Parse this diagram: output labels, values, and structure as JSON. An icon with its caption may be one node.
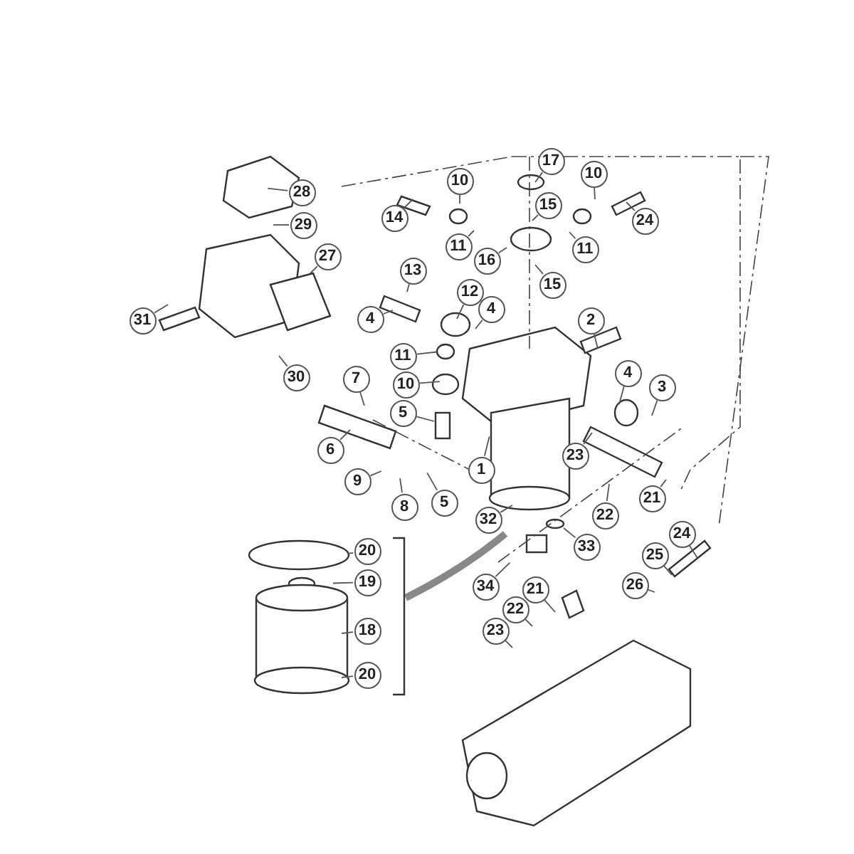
{
  "diagram": {
    "nodes": [
      {
        "text": [
          "28"
        ]
      },
      {
        "text": [
          "29"
        ]
      },
      {
        "text": [
          "27"
        ]
      },
      {
        "text": [
          "31"
        ]
      },
      {
        "text": [
          "30"
        ]
      },
      {
        "text": [
          "10"
        ]
      },
      {
        "text": [
          "14"
        ]
      },
      {
        "text": [
          "11"
        ]
      },
      {
        "text": [
          "17"
        ]
      },
      {
        "text": [
          "15"
        ]
      },
      {
        "text": [
          "16"
        ]
      },
      {
        "text": [
          "15"
        ]
      },
      {
        "text": [
          "10"
        ]
      },
      {
        "text": [
          "11"
        ]
      },
      {
        "text": [
          "24"
        ]
      },
      {
        "text": [
          "13"
        ]
      },
      {
        "text": [
          "12"
        ]
      },
      {
        "text": [
          "4"
        ]
      },
      {
        "text": [
          "4"
        ]
      },
      {
        "text": [
          "2"
        ]
      },
      {
        "text": [
          "11"
        ]
      },
      {
        "text": [
          "10"
        ]
      },
      {
        "text": [
          "7"
        ]
      },
      {
        "text": [
          "5"
        ]
      },
      {
        "text": [
          "1"
        ]
      },
      {
        "text": [
          "4"
        ]
      },
      {
        "text": [
          "3"
        ]
      },
      {
        "text": [
          "6"
        ]
      },
      {
        "text": [
          "9"
        ]
      },
      {
        "text": [
          "8"
        ]
      },
      {
        "text": [
          "5"
        ]
      },
      {
        "text": [
          "23"
        ]
      },
      {
        "text": [
          "22"
        ]
      },
      {
        "text": [
          "21"
        ]
      },
      {
        "text": [
          "32"
        ]
      },
      {
        "text": [
          "33"
        ]
      },
      {
        "text": [
          "20"
        ]
      },
      {
        "text": [
          "19"
        ]
      },
      {
        "text": [
          "18"
        ]
      },
      {
        "text": [
          "20"
        ]
      },
      {
        "text": [
          "34"
        ]
      },
      {
        "text": [
          "21"
        ]
      },
      {
        "text": [
          "22"
        ]
      },
      {
        "text": [
          "23"
        ]
      },
      {
        "text": [
          "24"
        ]
      },
      {
        "text": [
          "25"
        ]
      },
      {
        "text": [
          "26"
        ]
      }
    ],
    "edges": [
      {
        "from": 0,
        "to": null,
        "arrow": "none"
      },
      {
        "from": 1,
        "to": null,
        "arrow": "none"
      },
      {
        "from": 2,
        "to": null,
        "arrow": "none"
      },
      {
        "from": 3,
        "to": null,
        "arrow": "none"
      },
      {
        "from": 4,
        "to": null,
        "arrow": "none"
      },
      {
        "from": 5,
        "to": null,
        "arrow": "none"
      },
      {
        "from": 6,
        "to": null,
        "arrow": "none"
      },
      {
        "from": 7,
        "to": null,
        "arrow": "none"
      },
      {
        "from": 8,
        "to": null,
        "arrow": "none"
      },
      {
        "from": 9,
        "to": null,
        "arrow": "none"
      },
      {
        "from": 10,
        "to": null,
        "arrow": "none"
      },
      {
        "from": 11,
        "to": null,
        "arrow": "none"
      },
      {
        "from": 12,
        "to": null,
        "arrow": "none"
      },
      {
        "from": 13,
        "to": null,
        "arrow": "none"
      },
      {
        "from": 14,
        "to": null,
        "arrow": "none"
      },
      {
        "from": 15,
        "to": null,
        "arrow": "none"
      },
      {
        "from": 16,
        "to": null,
        "arrow": "none"
      },
      {
        "from": 17,
        "to": null,
        "arrow": "none"
      },
      {
        "from": 18,
        "to": null,
        "arrow": "none"
      },
      {
        "from": 19,
        "to": null,
        "arrow": "none"
      },
      {
        "from": 20,
        "to": null,
        "arrow": "none"
      },
      {
        "from": 21,
        "to": null,
        "arrow": "none"
      },
      {
        "from": 22,
        "to": null,
        "arrow": "none"
      },
      {
        "from": 23,
        "to": null,
        "arrow": "none"
      },
      {
        "from": 24,
        "to": null,
        "arrow": "none"
      },
      {
        "from": 25,
        "to": null,
        "arrow": "none"
      },
      {
        "from": 26,
        "to": null,
        "arrow": "none"
      },
      {
        "from": 27,
        "to": null,
        "arrow": "none"
      },
      {
        "from": 28,
        "to": null,
        "arrow": "none"
      },
      {
        "from": 29,
        "to": null,
        "arrow": "none"
      },
      {
        "from": 30,
        "to": null,
        "arrow": "none"
      },
      {
        "from": 31,
        "to": null,
        "arrow": "none"
      },
      {
        "from": 32,
        "to": null,
        "arrow": "none"
      },
      {
        "from": 33,
        "to": null,
        "arrow": "none"
      },
      {
        "from": 34,
        "to": null,
        "arrow": "none"
      },
      {
        "from": 35,
        "to": null,
        "arrow": "none"
      },
      {
        "from": 36,
        "to": null,
        "arrow": "none"
      },
      {
        "from": 37,
        "to": null,
        "arrow": "none"
      },
      {
        "from": 38,
        "to": null,
        "arrow": "none"
      },
      {
        "from": 39,
        "to": null,
        "arrow": "none"
      },
      {
        "from": 40,
        "to": null,
        "arrow": "none"
      },
      {
        "from": 41,
        "to": null,
        "arrow": "none"
      },
      {
        "from": 42,
        "to": null,
        "arrow": "none"
      },
      {
        "from": 43,
        "to": null,
        "arrow": "none"
      },
      {
        "from": 44,
        "to": null,
        "arrow": "none"
      },
      {
        "from": 45,
        "to": null,
        "arrow": "none"
      },
      {
        "from": 46,
        "to": null,
        "arrow": "none"
      }
    ]
  }
}
